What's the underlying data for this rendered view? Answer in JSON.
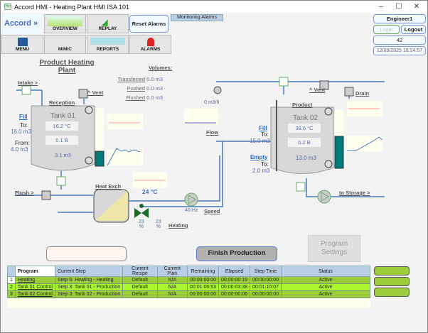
{
  "window": {
    "title": "Accord HMI - Heating Plant HMI ISA 101",
    "app_icon": "Hci",
    "controls": [
      "minimize",
      "maximize",
      "close"
    ]
  },
  "nav": {
    "logo": "Accord »",
    "buttons": [
      "OVERVIEW",
      "REPLAY",
      "Reset Alarms",
      "MENU",
      "MIMIC",
      "REPORTS",
      "ALARMS"
    ],
    "monitoring_tab": "Monitoring Alarms"
  },
  "user": {
    "name": "Engineer1",
    "login": "Login",
    "logout": "Logout",
    "counter": "42",
    "datetime": "12/09/2025 16:24:57"
  },
  "plant": {
    "title_line1": "Product Heating",
    "title_line2": "Plant",
    "intake": "Intake >",
    "vent1": "^ Vent",
    "reception": "Reception",
    "flush": "Flush >",
    "heat_exch": "Heat Exch",
    "temp": "24  °C",
    "speed_val": "40  Hz",
    "speed": "Speed",
    "valve_pct1": "23",
    "valve_pct2": "23",
    "pct": "%",
    "heating": "Heating",
    "flow_val": "0  m3/h",
    "flow": "Flow",
    "vent2": "^ Vent",
    "drain": "Drain",
    "product": "Product",
    "to_storage": "to Storage >"
  },
  "volumes": {
    "title": "Volumes:",
    "rows": [
      {
        "label": "Transferred",
        "value": "0.0  m3"
      },
      {
        "label": "Pushed",
        "value": "0.0  m3"
      },
      {
        "label": "Flushed",
        "value": "0.0  m3"
      }
    ]
  },
  "tank1": {
    "name": "Tank 01",
    "temp": "16.2  °C",
    "pressure": "0.1  B",
    "volume": "3.1  m3",
    "fill": "Fill",
    "to_label": "To:",
    "to_val": "16.0  m3",
    "from_label": "From:",
    "from_val": "4.0  m3",
    "level_pct": 25
  },
  "tank2": {
    "name": "Tank 02",
    "temp": "38.6  °C",
    "pressure": "0.2  B",
    "volume": "13.0  m3",
    "fill": "Fill",
    "to_label": "To:",
    "to_val": "15.0  m3",
    "empty": "Empty",
    "to2_label": "To:",
    "to2_val": "2.0  m3",
    "level_pct": 70
  },
  "actions": {
    "finish": "Finish Production",
    "settings_line1": "Program",
    "settings_line2": "Settings"
  },
  "programs": {
    "headers": [
      "Program",
      "Current Step",
      "Current Recipe",
      "Current Plan",
      "Remaining",
      "Elapsed",
      "Step Time",
      "Status"
    ],
    "rows": [
      {
        "n": "1",
        "program": "Heating",
        "step": "Step 6: Heating - Heating",
        "recipe": "Default",
        "plan": "N/A",
        "remaining": "00:00:00:00",
        "elapsed": "00:00:00:19",
        "steptime": "00:00:00:00",
        "status": "Active"
      },
      {
        "n": "2",
        "program": "Tank 01 Control",
        "step": "Step 3: Tank 01 - Production",
        "recipe": "Default",
        "plan": "N/A",
        "remaining": "00:01:06:53",
        "elapsed": "00:00:03:38",
        "steptime": "00:01:10:07",
        "status": "Active"
      },
      {
        "n": "3",
        "program": "Tank 02 Control",
        "step": "Step 3: Tank 02 - Production",
        "recipe": "Default",
        "plan": "N/A",
        "remaining": "00:00:00:00",
        "elapsed": "00:00:00:06",
        "steptime": "00:00:00:00",
        "status": "Active"
      }
    ]
  }
}
